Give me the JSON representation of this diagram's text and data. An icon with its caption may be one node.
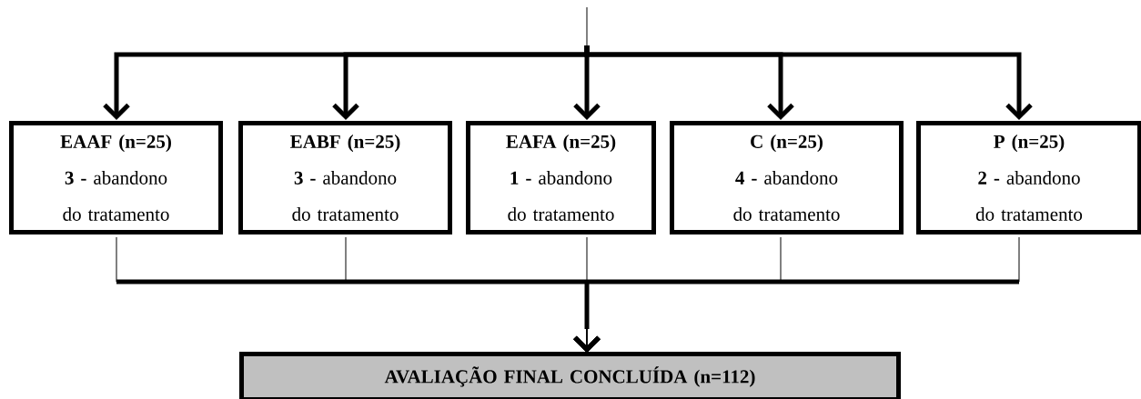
{
  "diagram": {
    "nodes": [
      {
        "text": [
          "EAAF (n=25)",
          "**3 -** abandono do tratamento"
        ]
      },
      {
        "text": [
          "EABF (n=25)",
          "**3 -** abandono do tratamento"
        ]
      },
      {
        "text": [
          "EAFA (n=25)",
          "**1 -** abandono do tratamento"
        ]
      },
      {
        "text": [
          "C (n=25)",
          "**4 -** abandono do tratamento"
        ]
      },
      {
        "text": [
          "P (n=25)",
          "**2 -** abandono do tratamento"
        ]
      },
      {
        "text": [
          "AVALIAÇÃO FINAL CONCLUÍDA (n=112)"
        ]
      }
    ],
    "edges": [
      {
        "from": null,
        "to": 0,
        "arrow": "to"
      },
      {
        "from": null,
        "to": 1,
        "arrow": "to"
      },
      {
        "from": null,
        "to": 2,
        "arrow": "to"
      },
      {
        "from": null,
        "to": 3,
        "arrow": "to"
      },
      {
        "from": null,
        "to": 4,
        "arrow": "to"
      },
      {
        "from": 0,
        "to": 5,
        "arrow": "to"
      },
      {
        "from": 1,
        "to": 5,
        "arrow": "to"
      },
      {
        "from": 2,
        "to": 5,
        "arrow": "to"
      },
      {
        "from": 3,
        "to": 5,
        "arrow": "to"
      },
      {
        "from": 4,
        "to": 5,
        "arrow": "to"
      }
    ]
  }
}
